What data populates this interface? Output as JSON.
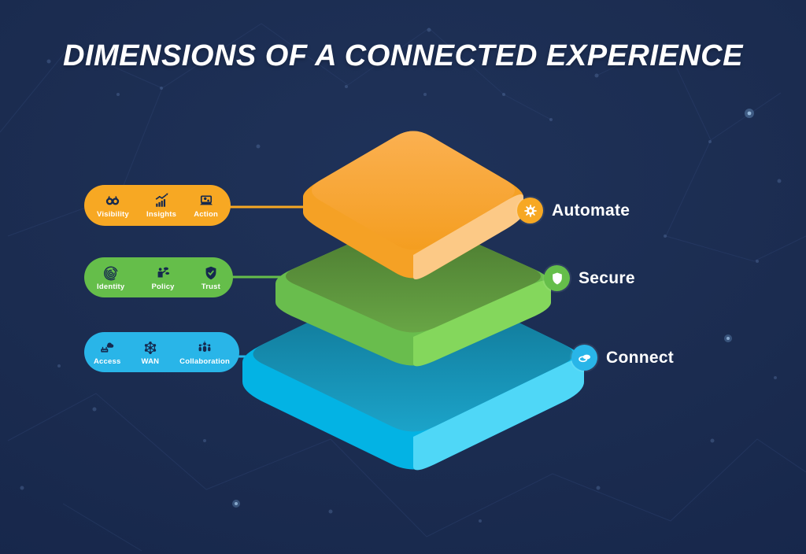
{
  "title": "DIMENSIONS OF A CONNECTED EXPERIENCE",
  "colors": {
    "background": "#1B2C50",
    "orange": "#F7A823",
    "green": "#65BE4A",
    "blue": "#29B5E8",
    "icon_navy": "#15294E",
    "text": "#FFFFFF",
    "constellation_line": "#2E4370",
    "constellation_dot": "#6C8BBF"
  },
  "layers": [
    {
      "name": "Automate",
      "color": "#F7A823",
      "badge_icon": "gear-icon",
      "slab": {
        "top_from": "#FBB153",
        "top_to": "#F49D1E",
        "left": "#F5A125",
        "right": "#FCC986"
      },
      "items": [
        {
          "label": "Visibility",
          "icon": "binoculars-icon"
        },
        {
          "label": "Insights",
          "icon": "bar-chart-trend-icon"
        },
        {
          "label": "Action",
          "icon": "laptop-gears-icon"
        }
      ]
    },
    {
      "name": "Secure",
      "color": "#65BE4A",
      "badge_icon": "shield-icon",
      "slab": {
        "top_from": "#49762E",
        "top_to": "#69A746",
        "left": "#69BD4D",
        "right": "#84D75C"
      },
      "items": [
        {
          "label": "Identity",
          "icon": "fingerprint-icon"
        },
        {
          "label": "Policy",
          "icon": "policy-person-clouds-icon"
        },
        {
          "label": "Trust",
          "icon": "shield-check-icon"
        }
      ]
    },
    {
      "name": "Connect",
      "color": "#29B5E8",
      "badge_icon": "linked-clouds-icon",
      "slab": {
        "top_from": "#0E6E8C",
        "top_to": "#1CA5CB",
        "left": "#03B3E4",
        "right": "#4FD7F7"
      },
      "items": [
        {
          "label": "Access",
          "icon": "cloud-access-icon"
        },
        {
          "label": "WAN",
          "icon": "network-mesh-icon"
        },
        {
          "label": "Collaboration",
          "icon": "people-group-icon"
        }
      ]
    }
  ]
}
